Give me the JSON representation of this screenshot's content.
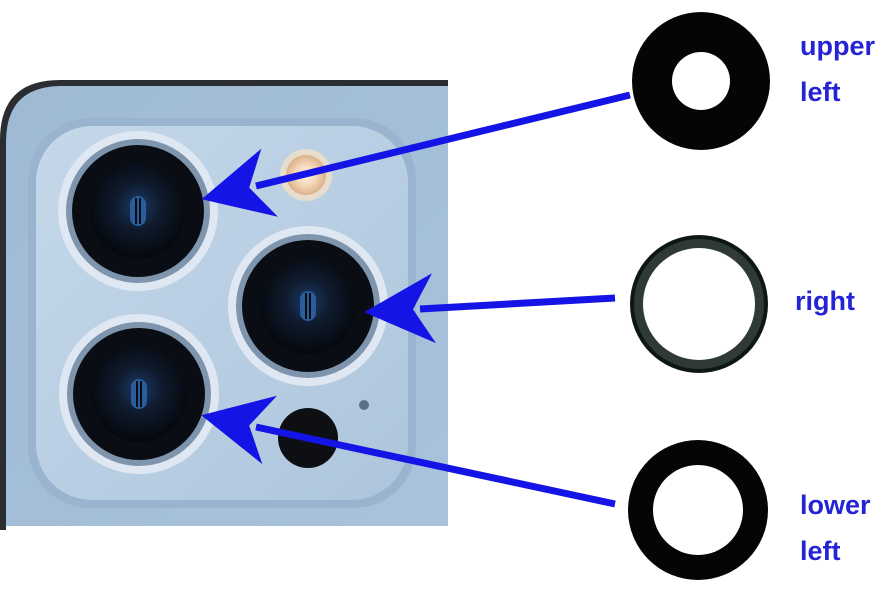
{
  "labels": {
    "upper_left": [
      "upper",
      "left"
    ],
    "right": "right",
    "lower_left": [
      "lower",
      "left"
    ]
  },
  "colors": {
    "label_text": "#2424d6",
    "arrow": "#1414e6",
    "phone_body": "#a9c3dc",
    "camera_module": "#b7cde2",
    "lens_ring": "#eef3f8",
    "lens_glass": "#0b1018"
  }
}
